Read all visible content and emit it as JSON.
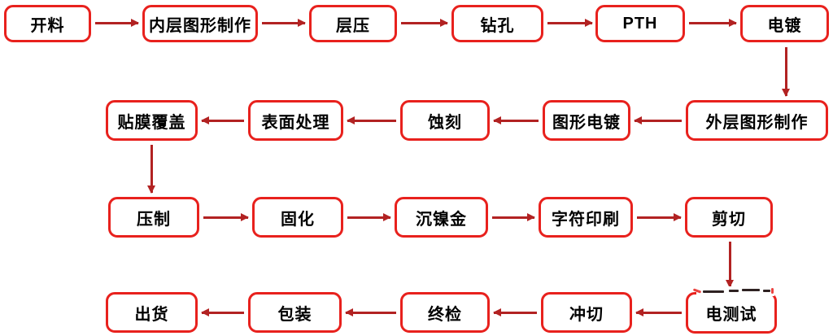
{
  "colors": {
    "box_border": "#e8211d",
    "arrow": "#b22222",
    "text": "#000000",
    "background": "#ffffff"
  },
  "flow": {
    "type": "flowchart",
    "rows": [
      {
        "direction": "right",
        "nodes": [
          {
            "label": "开料"
          },
          {
            "label": "内层图形制作"
          },
          {
            "label": "层压"
          },
          {
            "label": "钻孔"
          },
          {
            "label": "PTH"
          },
          {
            "label": "电镀"
          }
        ]
      },
      {
        "direction": "left",
        "nodes": [
          {
            "label": "贴膜覆盖"
          },
          {
            "label": "表面处理"
          },
          {
            "label": "蚀刻"
          },
          {
            "label": "图形电镀"
          },
          {
            "label": "外层图形制作"
          }
        ]
      },
      {
        "direction": "right",
        "nodes": [
          {
            "label": "压制"
          },
          {
            "label": "固化"
          },
          {
            "label": "沉镍金"
          },
          {
            "label": "字符印刷"
          },
          {
            "label": "剪切"
          }
        ]
      },
      {
        "direction": "left",
        "nodes": [
          {
            "label": "出货"
          },
          {
            "label": "包装"
          },
          {
            "label": "终检"
          },
          {
            "label": "冲切"
          },
          {
            "label": "电测试"
          }
        ]
      }
    ],
    "sequence": [
      "开料",
      "内层图形制作",
      "层压",
      "钻孔",
      "PTH",
      "电镀",
      "外层图形制作",
      "图形电镀",
      "蚀刻",
      "表面处理",
      "贴膜覆盖",
      "压制",
      "固化",
      "沉镍金",
      "字符印刷",
      "剪切",
      "电测试",
      "冲切",
      "终检",
      "包装",
      "出货"
    ]
  }
}
